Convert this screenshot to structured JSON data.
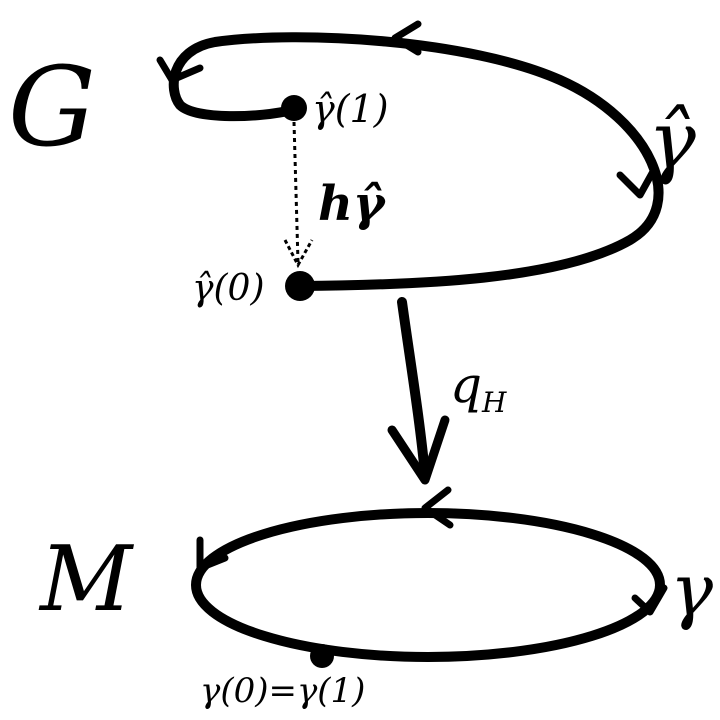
{
  "diagram": {
    "top_space_label": "G",
    "top_curve_label": "γ̂",
    "point_end_label": "γ̂(1)",
    "point_start_label": "γ̂(0)",
    "holonomy_label": "hγ̂",
    "projection_label": "q",
    "projection_subscript": "H",
    "bottom_space_label": "M",
    "bottom_curve_label": "γ",
    "base_point_label": "γ(0)=γ(1)"
  },
  "colors": {
    "ink": "#000000",
    "background": "#ffffff"
  }
}
